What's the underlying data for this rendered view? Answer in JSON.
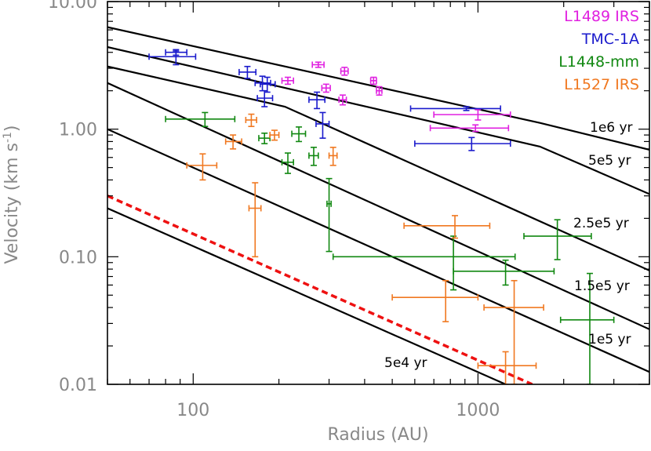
{
  "chart_data": {
    "type": "scatter",
    "xlabel": "Radius (AU)",
    "ylabel": "Velocity (km s",
    "ylabel_sup": "-1",
    "ylabel_close": ")",
    "x_scale": "log",
    "y_scale": "log",
    "xlim": [
      50,
      4000
    ],
    "ylim": [
      0.01,
      10
    ],
    "x_ticks": [
      {
        "value": 100,
        "label": "100"
      },
      {
        "value": 1000,
        "label": "1000"
      }
    ],
    "y_ticks": [
      {
        "value": 0.01,
        "label": "0.01"
      },
      {
        "value": 0.1,
        "label": "0.10"
      },
      {
        "value": 1,
        "label": "1.00"
      },
      {
        "value": 10,
        "label": "10.00"
      }
    ],
    "grid": false,
    "legend_position": "top-right",
    "legend": [
      {
        "label": "L1489 IRS",
        "color": "#e020e0"
      },
      {
        "label": "TMC-1A",
        "color": "#1a1acc"
      },
      {
        "label": "L1448-mm",
        "color": "#118811"
      },
      {
        "label": "L1527 IRS",
        "color": "#f07820"
      }
    ],
    "curves": [
      {
        "label": "1e6 yr",
        "color": "#000000",
        "style": "solid",
        "points": [
          [
            50,
            6.3
          ],
          [
            1650,
            1.12
          ],
          [
            4000,
            0.69
          ]
        ]
      },
      {
        "label": "5e5 yr",
        "color": "#000000",
        "style": "solid",
        "points": [
          [
            50,
            4.4
          ],
          [
            1650,
            0.73
          ],
          [
            4000,
            0.31
          ]
        ]
      },
      {
        "label": "2.5e5 yr",
        "color": "#000000",
        "style": "solid",
        "points": [
          [
            50,
            3.1
          ],
          [
            210,
            1.5
          ],
          [
            4000,
            0.078
          ]
        ]
      },
      {
        "label": "1.5e5 yr",
        "color": "#000000",
        "style": "solid",
        "points": [
          [
            50,
            2.3
          ],
          [
            4000,
            0.027
          ]
        ]
      },
      {
        "label": "1e5 yr",
        "color": "#000000",
        "style": "solid",
        "points": [
          [
            50,
            1.0
          ],
          [
            4000,
            0.0125
          ]
        ]
      },
      {
        "label": "5e4 yr",
        "color": "#000000",
        "style": "solid",
        "points": [
          [
            50,
            0.24
          ],
          [
            1250,
            0.01
          ]
        ]
      },
      {
        "label": "",
        "color": "#ee1111",
        "style": "dashed",
        "points": [
          [
            50,
            0.3
          ],
          [
            1550,
            0.01
          ]
        ]
      }
    ],
    "series": [
      {
        "name": "L1489 IRS",
        "color": "#e020e0",
        "points": [
          {
            "x": 215,
            "y": 2.4,
            "xerr": [
              205,
              225
            ],
            "yerr": [
              2.25,
              2.55
            ]
          },
          {
            "x": 275,
            "y": 3.2,
            "xerr": [
              262,
              288
            ],
            "yerr": [
              3.05,
              3.35
            ]
          },
          {
            "x": 293,
            "y": 2.1,
            "xerr": [
              283,
              303
            ],
            "yerr": [
              1.95,
              2.25
            ]
          },
          {
            "x": 340,
            "y": 2.85,
            "xerr": [
              330,
              350
            ],
            "yerr": [
              2.65,
              3.05
            ]
          },
          {
            "x": 335,
            "y": 1.7,
            "xerr": [
              325,
              345
            ],
            "yerr": [
              1.55,
              1.85
            ]
          },
          {
            "x": 430,
            "y": 2.4,
            "xerr": [
              420,
              440
            ],
            "yerr": [
              2.25,
              2.55
            ]
          },
          {
            "x": 450,
            "y": 2.0,
            "xerr": [
              440,
              460
            ],
            "yerr": [
              1.85,
              2.15
            ]
          },
          {
            "x": 1000,
            "y": 1.3,
            "xerr": [
              700,
              1300
            ],
            "yerr": [
              1.18,
              1.42
            ]
          },
          {
            "x": 980,
            "y": 1.02,
            "xerr": [
              680,
              1280
            ],
            "yerr": [
              0.96,
              1.08
            ]
          }
        ]
      },
      {
        "name": "TMC-1A",
        "color": "#1a1acc",
        "points": [
          {
            "x": 87,
            "y": 3.7,
            "xerr": [
              70,
              102
            ],
            "yerr": [
              3.2,
              4.1
            ]
          },
          {
            "x": 87,
            "y": 4.0,
            "xerr": [
              80,
              95
            ],
            "yerr": [
              3.8,
              4.2
            ]
          },
          {
            "x": 155,
            "y": 2.8,
            "xerr": [
              145,
              166
            ],
            "yerr": [
              2.5,
              3.1
            ]
          },
          {
            "x": 175,
            "y": 2.3,
            "xerr": [
              165,
              187
            ],
            "yerr": [
              2.0,
              2.6
            ]
          },
          {
            "x": 182,
            "y": 2.25,
            "xerr": [
              172,
              194
            ],
            "yerr": [
              1.95,
              2.55
            ]
          },
          {
            "x": 178,
            "y": 1.75,
            "xerr": [
              168,
              190
            ],
            "yerr": [
              1.5,
              2.0
            ]
          },
          {
            "x": 272,
            "y": 1.7,
            "xerr": [
              255,
              290
            ],
            "yerr": [
              1.45,
              1.95
            ]
          },
          {
            "x": 285,
            "y": 1.1,
            "xerr": [
              270,
              300
            ],
            "yerr": [
              0.85,
              1.35
            ]
          },
          {
            "x": 910,
            "y": 1.45,
            "xerr": [
              580,
              1200
            ],
            "yerr": [
              1.4,
              1.5
            ]
          },
          {
            "x": 950,
            "y": 0.77,
            "xerr": [
              600,
              1300
            ],
            "yerr": [
              0.68,
              0.86
            ]
          }
        ]
      },
      {
        "name": "L1448-mm",
        "color": "#118811",
        "points": [
          {
            "x": 110,
            "y": 1.2,
            "xerr": [
              80,
              140
            ],
            "yerr": [
              1.05,
              1.35
            ]
          },
          {
            "x": 178,
            "y": 0.85,
            "xerr": [
              170,
              186
            ],
            "yerr": [
              0.77,
              0.93
            ]
          },
          {
            "x": 215,
            "y": 0.55,
            "xerr": [
              205,
              225
            ],
            "yerr": [
              0.45,
              0.65
            ]
          },
          {
            "x": 235,
            "y": 0.92,
            "xerr": [
              222,
              248
            ],
            "yerr": [
              0.8,
              1.04
            ]
          },
          {
            "x": 265,
            "y": 0.62,
            "xerr": [
              255,
              275
            ],
            "yerr": [
              0.52,
              0.72
            ]
          },
          {
            "x": 300,
            "y": 0.26,
            "xerr": [
              295,
              305
            ],
            "yerr": [
              0.11,
              0.41
            ]
          },
          {
            "x": 820,
            "y": 0.1,
            "xerr": [
              310,
              1350
            ],
            "yerr": [
              0.055,
              0.145
            ]
          },
          {
            "x": 1250,
            "y": 0.077,
            "xerr": [
              820,
              1850
            ],
            "yerr": [
              0.06,
              0.094
            ]
          },
          {
            "x": 1900,
            "y": 0.145,
            "xerr": [
              1450,
              2500
            ],
            "yerr": [
              0.095,
              0.195
            ]
          },
          {
            "x": 2470,
            "y": 0.032,
            "xerr": [
              1950,
              3000
            ],
            "yerr": [
              0.01,
              0.074
            ]
          }
        ]
      },
      {
        "name": "L1527 IRS",
        "color": "#f07820",
        "points": [
          {
            "x": 108,
            "y": 0.52,
            "xerr": [
              95,
              121
            ],
            "yerr": [
              0.4,
              0.64
            ]
          },
          {
            "x": 138,
            "y": 0.8,
            "xerr": [
              130,
              148
            ],
            "yerr": [
              0.7,
              0.9
            ]
          },
          {
            "x": 160,
            "y": 1.18,
            "xerr": [
              153,
              167
            ],
            "yerr": [
              1.05,
              1.31
            ]
          },
          {
            "x": 193,
            "y": 0.9,
            "xerr": [
              186,
              200
            ],
            "yerr": [
              0.82,
              0.98
            ]
          },
          {
            "x": 165,
            "y": 0.24,
            "xerr": [
              157,
              173
            ],
            "yerr": [
              0.1,
              0.38
            ]
          },
          {
            "x": 310,
            "y": 0.62,
            "xerr": [
              300,
              320
            ],
            "yerr": [
              0.52,
              0.72
            ]
          },
          {
            "x": 830,
            "y": 0.175,
            "xerr": [
              550,
              1100
            ],
            "yerr": [
              0.14,
              0.21
            ]
          },
          {
            "x": 770,
            "y": 0.048,
            "xerr": [
              500,
              1000
            ],
            "yerr": [
              0.031,
              0.065
            ]
          },
          {
            "x": 1340,
            "y": 0.04,
            "xerr": [
              1050,
              1700
            ],
            "yerr": [
              0.01,
              0.065
            ]
          },
          {
            "x": 1250,
            "y": 0.014,
            "xerr": [
              1000,
              1600
            ],
            "yerr": [
              0.01,
              0.018
            ]
          }
        ]
      }
    ]
  }
}
